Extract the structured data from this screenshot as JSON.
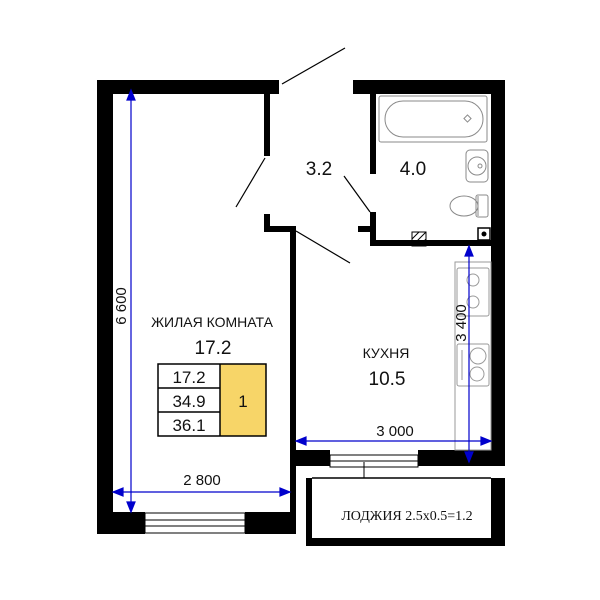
{
  "plan": {
    "rooms": {
      "living": {
        "name": "ЖИЛАЯ КОМНАТА",
        "area": "17.2"
      },
      "kitchen": {
        "name": "КУХНЯ",
        "area": "10.5"
      },
      "hall": {
        "area": "3.2"
      },
      "bathroom": {
        "area": "4.0"
      },
      "loggia": {
        "label": "ЛОДЖИЯ 2.5х0.5=1.2"
      }
    },
    "dimensions": {
      "living_height": "6 600",
      "living_width": "2 800",
      "kitchen_width": "3 000",
      "kitchen_height": "3 400"
    },
    "summary": {
      "living_area": "17.2",
      "total_area": "34.9",
      "total_with_loggia": "36.1",
      "rooms_count": "1"
    },
    "colors": {
      "wall": "#000000",
      "dimension": "#0000cc",
      "highlight": "#f7d568",
      "fixture": "#9a9a9a"
    }
  }
}
